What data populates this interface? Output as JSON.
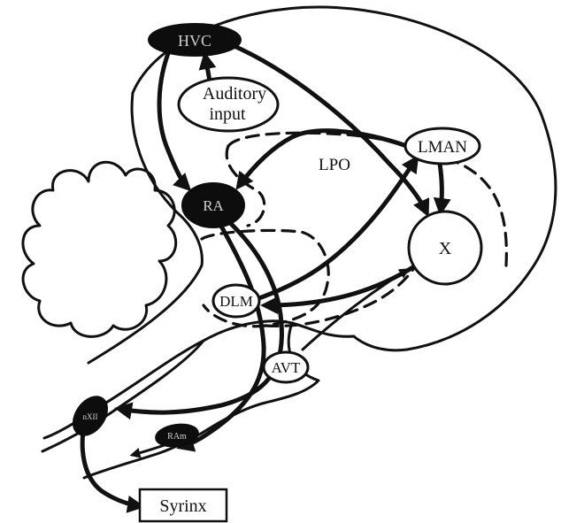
{
  "diagram": {
    "nodes": {
      "hvc": "HVC",
      "auditory_line1": "Auditory",
      "auditory_line2": "input",
      "lman": "LMAN",
      "lpo": "LPO",
      "ra": "RA",
      "x": "X",
      "dlm": "DLM",
      "avt": "AVT",
      "nxii": "nXII",
      "ram": "RAm",
      "syrinx": "Syrinx"
    },
    "colors": {
      "ink": "#111111",
      "filled_nucleus": "#0d0d0d",
      "background": "#ffffff"
    }
  }
}
